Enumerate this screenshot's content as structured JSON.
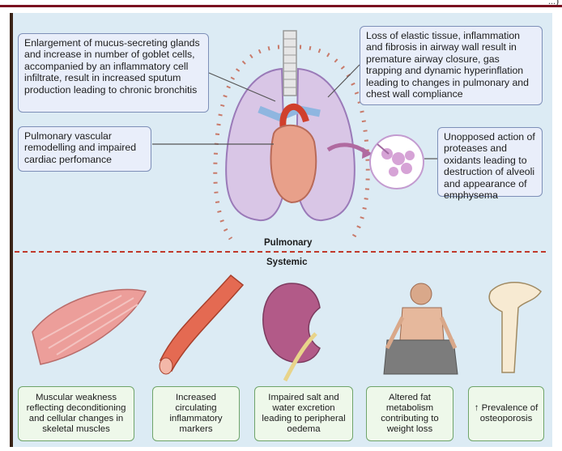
{
  "corner_text": "...)",
  "pulmonary_heading": "Pulmonary",
  "systemic_heading": "Systemic",
  "callouts": {
    "mucus": "Enlargement of mucus-secreting glands and increase in number of goblet cells, accompanied by an inflammatory cell infiltrate, result in increased sputum production leading to chronic bronchitis",
    "vascular": "Pulmonary vascular remodelling and impaired cardiac perfomance",
    "elastic": "Loss of elastic tissue, inflammation and fibrosis in airway wall result in premature airway closure, gas trapping and dynamic hyperinflation leading to changes in pulmonary and chest wall compliance",
    "emphysema": "Unopposed action of proteases and oxidants leading to destruction of alveoli and appearance of emphysema"
  },
  "systemic": {
    "muscle": "Muscular weakness reflecting deconditioning and cellular changes in skeletal muscles",
    "vessel": "Increased circulating inflammatory markers",
    "kidney": "Impaired salt and water excretion leading to peripheral oedema",
    "fat": "Altered fat metabolism contributing to weight loss",
    "bone": "↑ Prevalence of osteoporosis"
  },
  "colors": {
    "panel_bg": "#dcebf4",
    "pulmonary_box": "#e9eefa",
    "systemic_box": "#eef8ea",
    "divider": "#c0392b"
  }
}
